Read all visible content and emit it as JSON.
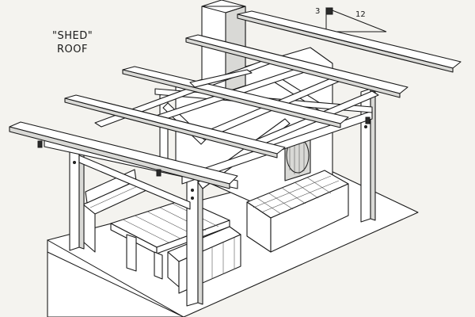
{
  "title_line1": "\"SHED\"",
  "title_line2": "ROOF",
  "pitch": {
    "rise": "3",
    "run": "12"
  },
  "colors": {
    "ink": "#1a1a1a",
    "paper": "#f4f3ef",
    "shade": "#d9d9d6"
  }
}
